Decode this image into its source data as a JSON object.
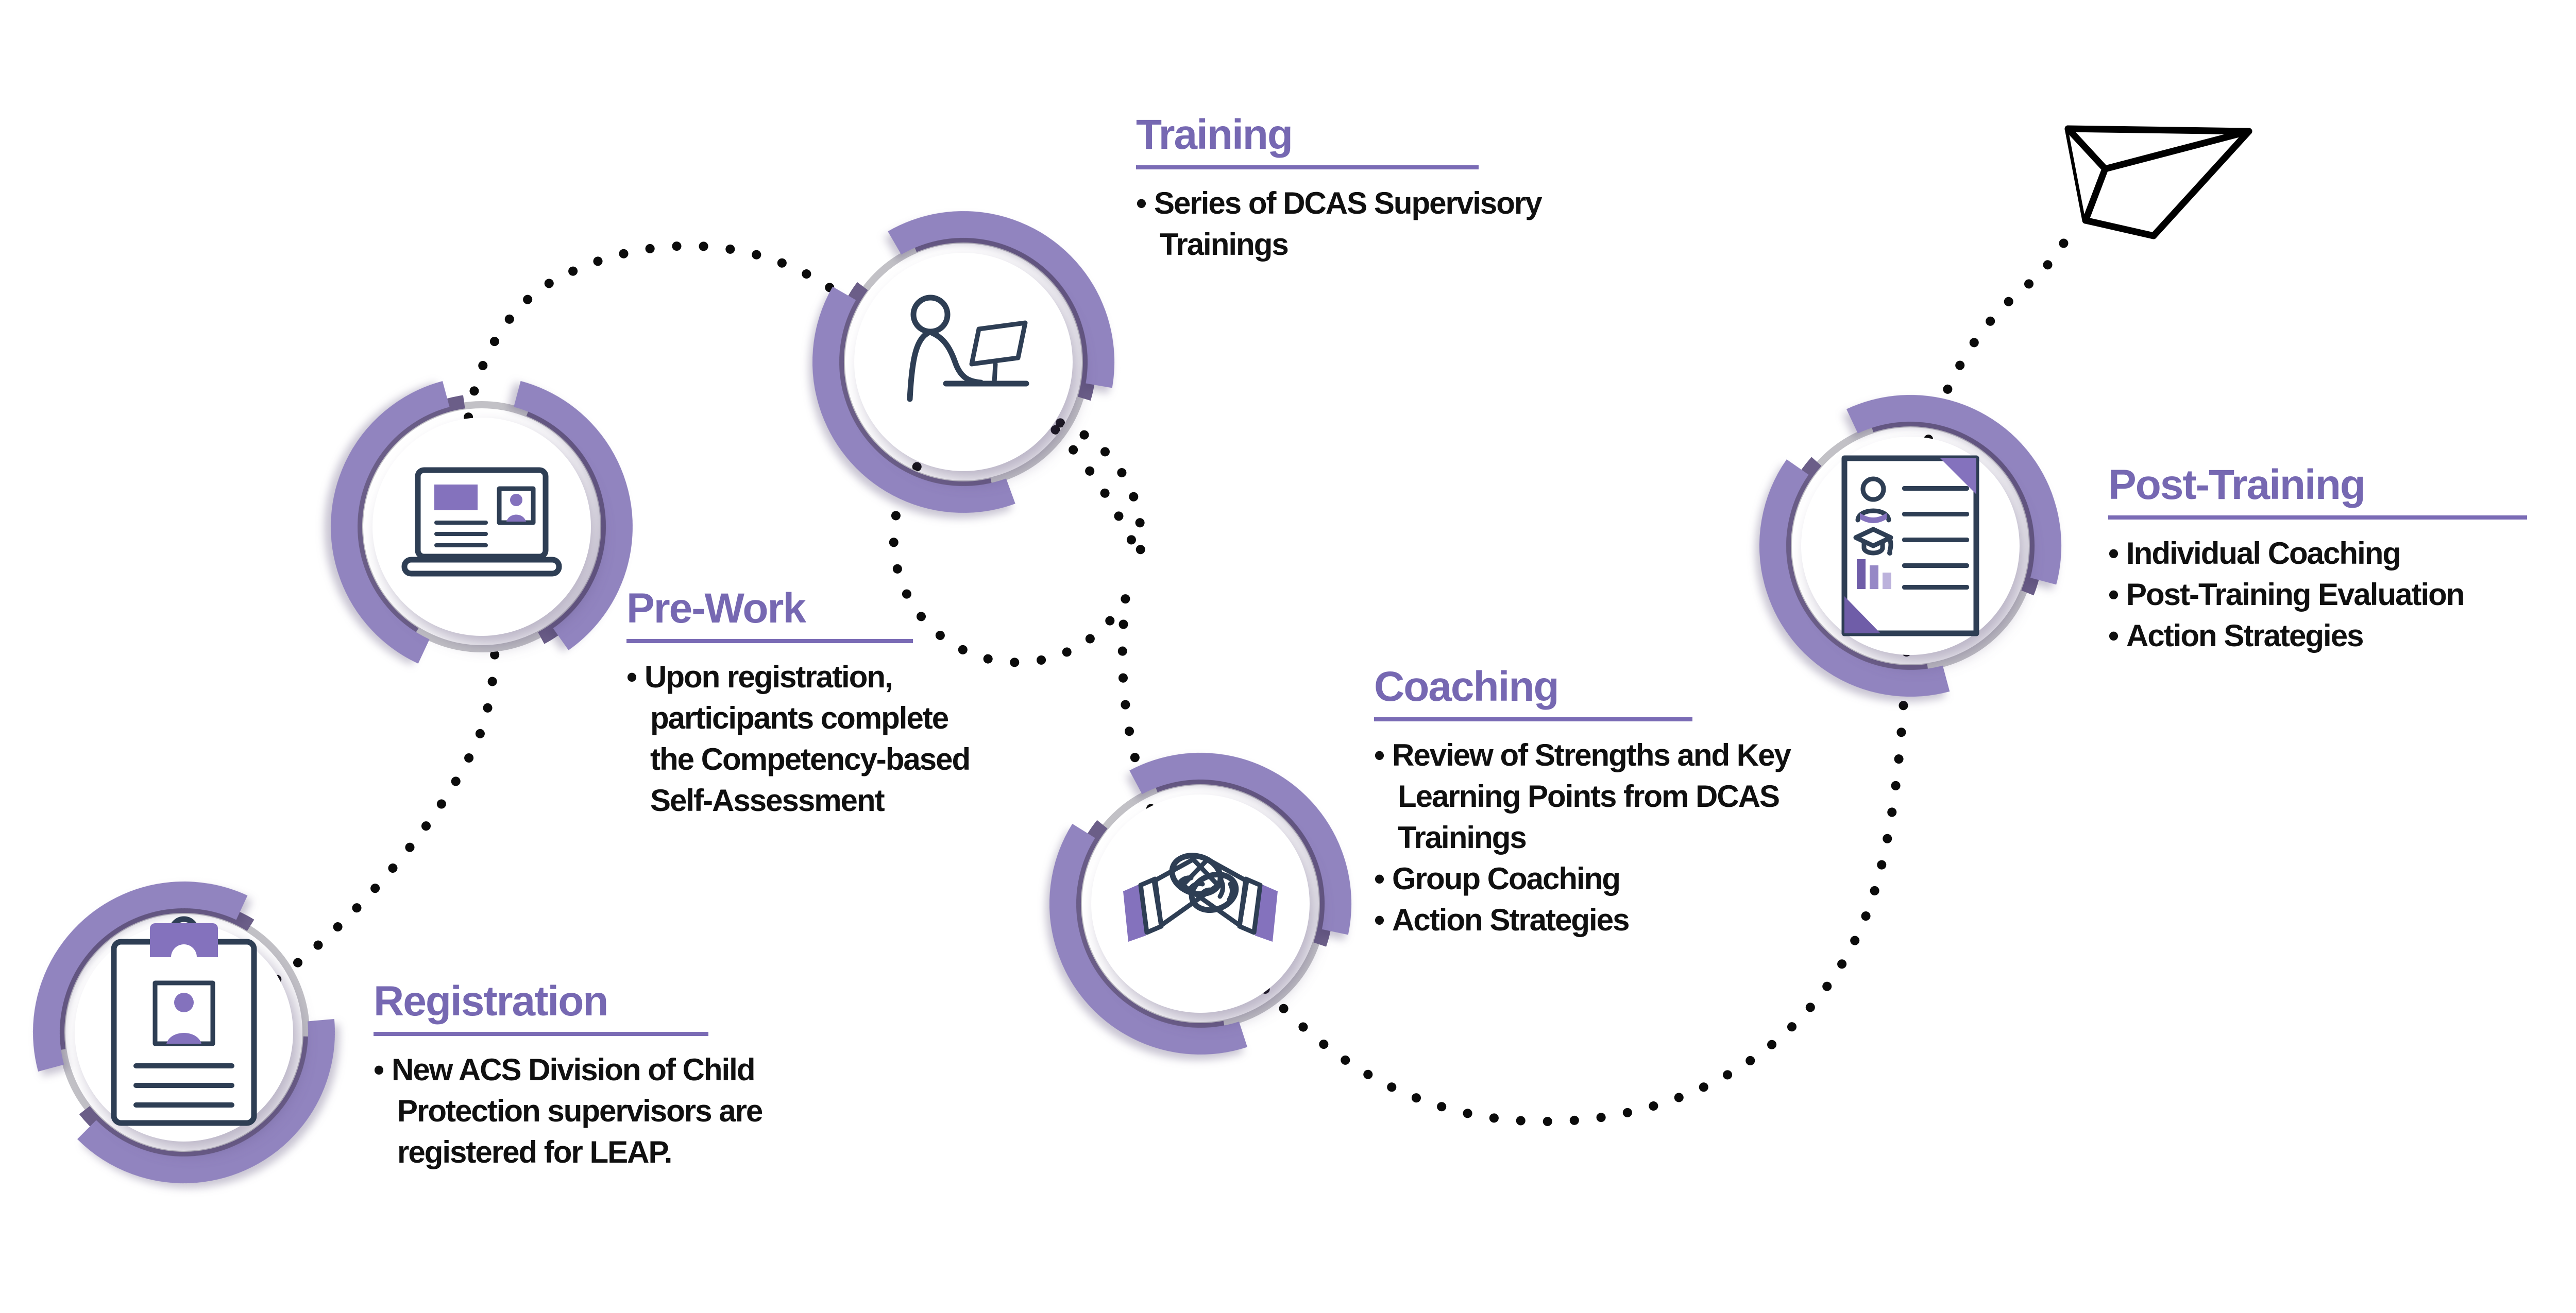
{
  "page": {
    "background": "#ffffff",
    "description_icon_names": [
      "id-badge-icon",
      "laptop-profile-icon",
      "person-at-computer-icon",
      "clasped-hands-icon",
      "report-document-icon",
      "paper-plane-icon"
    ],
    "path_style": "dotted-journey-line"
  },
  "colors": {
    "title_purple": "#7668b2",
    "underline_purple": "#7a6bb5",
    "arc_light_purple": "#9184bf",
    "arc_shadow_purple": "#6b5e88",
    "arc_gray": "#c2c1c6",
    "icon_navy": "#2e3e54",
    "icon_purple": "#8472bd",
    "body_text": "#101010",
    "dots_black": "#0b0b0b"
  },
  "sections": [
    {
      "id": "registration",
      "title": "Registration",
      "icon": "id-badge-icon",
      "bullets": [
        "New ACS Division of Child Protection supervisors are registered for LEAP."
      ]
    },
    {
      "id": "pre-work",
      "title": "Pre-Work",
      "icon": "laptop-profile-icon",
      "bullets": [
        "Upon registration, participants complete the Competency-based Self-Assessment"
      ]
    },
    {
      "id": "training",
      "title": "Training",
      "icon": "person-at-computer-icon",
      "bullets": [
        "Series of DCAS Supervisory Trainings"
      ]
    },
    {
      "id": "coaching",
      "title": "Coaching",
      "icon": "clasped-hands-icon",
      "bullets": [
        "Review of Strengths and Key Learning Points from DCAS Trainings",
        "Group Coaching",
        "Action Strategies"
      ]
    },
    {
      "id": "post-training",
      "title": "Post-Training",
      "icon": "report-document-icon",
      "bullets": [
        "Individual Coaching",
        "Post-Training Evaluation",
        "Action Strategies"
      ]
    }
  ]
}
